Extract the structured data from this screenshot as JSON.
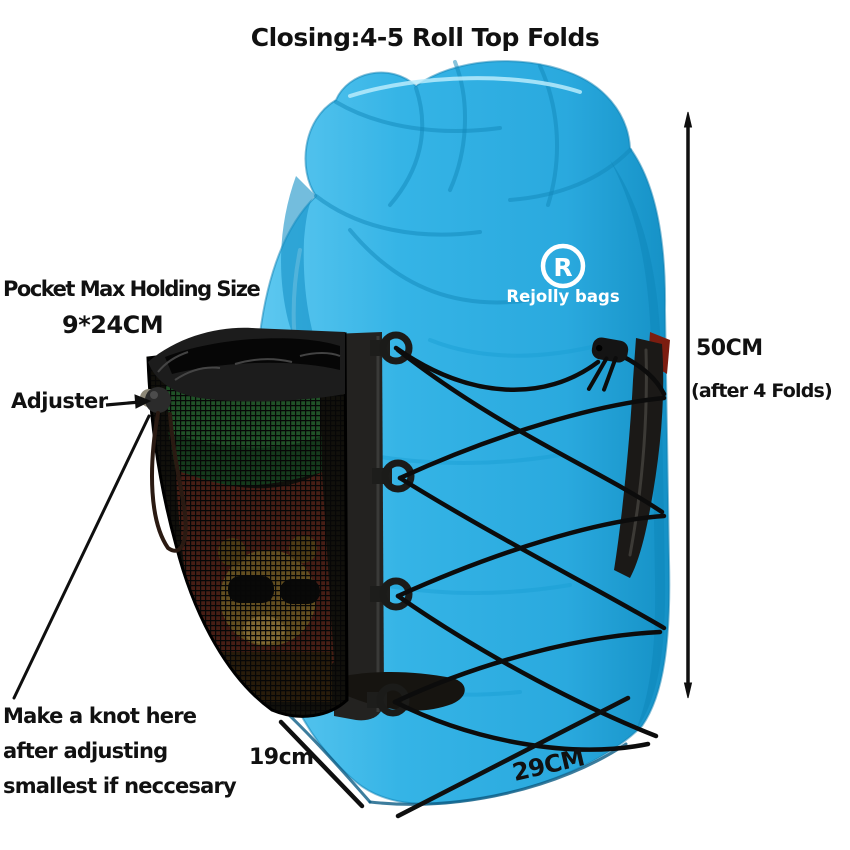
{
  "title": "Closing:4-5 Roll Top Folds",
  "brand": {
    "initial": "R",
    "name": "Rejolly bags"
  },
  "labels": {
    "pocket_size_title": "Pocket Max Holding Size",
    "pocket_size_value": "9*24CM",
    "adjuster": "Adjuster",
    "knot_note_line1": "Make a knot here",
    "knot_note_line2": "after adjusting",
    "knot_note_line3": "smallest if neccesary",
    "depth": "19cm",
    "width": "29CM",
    "height": "50CM",
    "height_note": "(after 4 Folds)"
  },
  "colors": {
    "background": "#ffffff",
    "bag_blue": "#35b4e6",
    "bag_blue_dark": "#1591c6",
    "bag_blue_light": "#8fdcf8",
    "hardware_black": "#151515",
    "annotation_black": "#111111",
    "bottle_green": "#2f7d3c",
    "bottle_maroon": "#6f2c20",
    "accent_maroon": "#7c1d10",
    "logo_white": "#ffffff"
  }
}
